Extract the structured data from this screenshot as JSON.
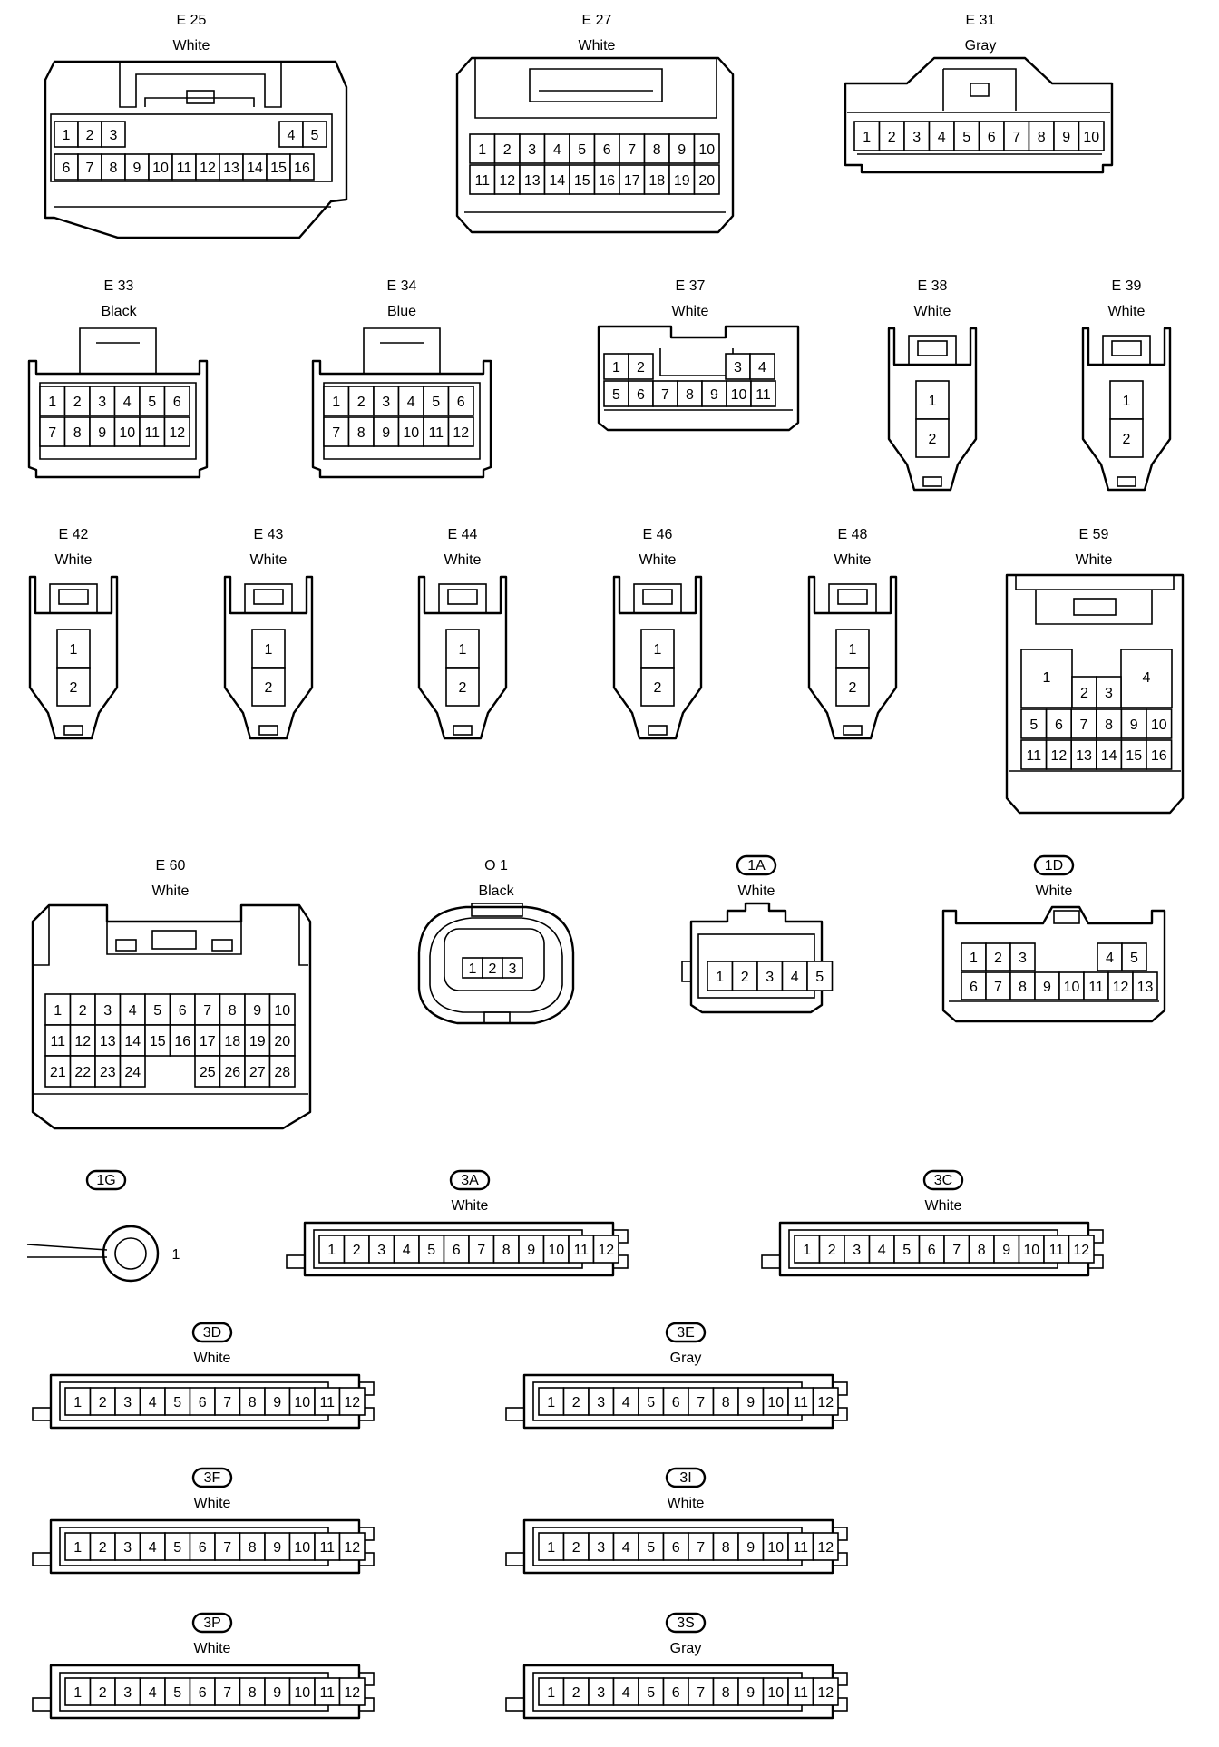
{
  "connectors": [
    {
      "code": "E 25",
      "color": "White",
      "pins": [
        "1",
        "2",
        "3",
        "4",
        "5",
        "6",
        "7",
        "8",
        "9",
        "10",
        "11",
        "12",
        "13",
        "14",
        "15",
        "16"
      ]
    },
    {
      "code": "E 27",
      "color": "White",
      "pins": [
        "1",
        "2",
        "3",
        "4",
        "5",
        "6",
        "7",
        "8",
        "9",
        "10",
        "11",
        "12",
        "13",
        "14",
        "15",
        "16",
        "17",
        "18",
        "19",
        "20"
      ]
    },
    {
      "code": "E 31",
      "color": "Gray",
      "pins": [
        "1",
        "2",
        "3",
        "4",
        "5",
        "6",
        "7",
        "8",
        "9",
        "10"
      ]
    },
    {
      "code": "E 33",
      "color": "Black",
      "pins": [
        "1",
        "2",
        "3",
        "4",
        "5",
        "6",
        "7",
        "8",
        "9",
        "10",
        "11",
        "12"
      ]
    },
    {
      "code": "E 34",
      "color": "Blue",
      "pins": [
        "1",
        "2",
        "3",
        "4",
        "5",
        "6",
        "7",
        "8",
        "9",
        "10",
        "11",
        "12"
      ]
    },
    {
      "code": "E 37",
      "color": "White",
      "pins": [
        "1",
        "2",
        "3",
        "4",
        "5",
        "6",
        "7",
        "8",
        "9",
        "10",
        "11"
      ]
    },
    {
      "code": "E 38",
      "color": "White",
      "pins": [
        "1",
        "2"
      ]
    },
    {
      "code": "E 39",
      "color": "White",
      "pins": [
        "1",
        "2"
      ]
    },
    {
      "code": "E 42",
      "color": "White",
      "pins": [
        "1",
        "2"
      ]
    },
    {
      "code": "E 43",
      "color": "White",
      "pins": [
        "1",
        "2"
      ]
    },
    {
      "code": "E 44",
      "color": "White",
      "pins": [
        "1",
        "2"
      ]
    },
    {
      "code": "E 46",
      "color": "White",
      "pins": [
        "1",
        "2"
      ]
    },
    {
      "code": "E 48",
      "color": "White",
      "pins": [
        "1",
        "2"
      ]
    },
    {
      "code": "E 59",
      "color": "White",
      "pins": [
        "1",
        "2",
        "3",
        "4",
        "5",
        "6",
        "7",
        "8",
        "9",
        "10",
        "11",
        "12",
        "13",
        "14",
        "15",
        "16"
      ]
    },
    {
      "code": "E 60",
      "color": "White",
      "pins": [
        "1",
        "2",
        "3",
        "4",
        "5",
        "6",
        "7",
        "8",
        "9",
        "10",
        "11",
        "12",
        "13",
        "14",
        "15",
        "16",
        "17",
        "18",
        "19",
        "20",
        "21",
        "22",
        "23",
        "24",
        "25",
        "26",
        "27",
        "28"
      ]
    },
    {
      "code": "O 1",
      "color": "Black",
      "pins": [
        "1",
        "2",
        "3"
      ]
    },
    {
      "code": "1A",
      "color": "White",
      "pins": [
        "1",
        "2",
        "3",
        "4",
        "5"
      ]
    },
    {
      "code": "1D",
      "color": "White",
      "pins": [
        "1",
        "2",
        "3",
        "4",
        "5",
        "6",
        "7",
        "8",
        "9",
        "10",
        "11",
        "12",
        "13"
      ]
    },
    {
      "code": "1G",
      "color": "",
      "pins": [
        "1"
      ]
    },
    {
      "code": "3A",
      "color": "White",
      "pins": [
        "1",
        "2",
        "3",
        "4",
        "5",
        "6",
        "7",
        "8",
        "9",
        "10",
        "11",
        "12"
      ]
    },
    {
      "code": "3C",
      "color": "White",
      "pins": [
        "1",
        "2",
        "3",
        "4",
        "5",
        "6",
        "7",
        "8",
        "9",
        "10",
        "11",
        "12"
      ]
    },
    {
      "code": "3D",
      "color": "White",
      "pins": [
        "1",
        "2",
        "3",
        "4",
        "5",
        "6",
        "7",
        "8",
        "9",
        "10",
        "11",
        "12"
      ]
    },
    {
      "code": "3E",
      "color": "Gray",
      "pins": [
        "1",
        "2",
        "3",
        "4",
        "5",
        "6",
        "7",
        "8",
        "9",
        "10",
        "11",
        "12"
      ]
    },
    {
      "code": "3F",
      "color": "White",
      "pins": [
        "1",
        "2",
        "3",
        "4",
        "5",
        "6",
        "7",
        "8",
        "9",
        "10",
        "11",
        "12"
      ]
    },
    {
      "code": "3I",
      "color": "White",
      "pins": [
        "1",
        "2",
        "3",
        "4",
        "5",
        "6",
        "7",
        "8",
        "9",
        "10",
        "11",
        "12"
      ]
    },
    {
      "code": "3P",
      "color": "White",
      "pins": [
        "1",
        "2",
        "3",
        "4",
        "5",
        "6",
        "7",
        "8",
        "9",
        "10",
        "11",
        "12"
      ]
    },
    {
      "code": "3S",
      "color": "Gray",
      "pins": [
        "1",
        "2",
        "3",
        "4",
        "5",
        "6",
        "7",
        "8",
        "9",
        "10",
        "11",
        "12"
      ]
    }
  ]
}
